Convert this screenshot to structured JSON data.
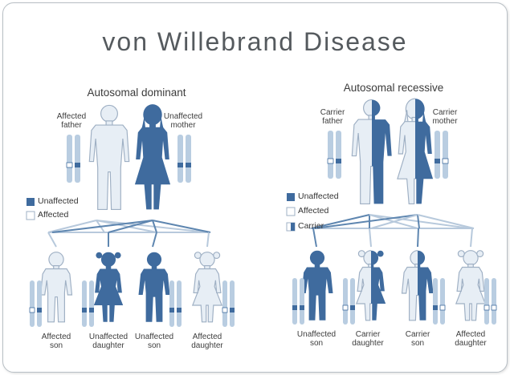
{
  "title": "von Willebrand Disease",
  "colors": {
    "affected": "#3f6b9e",
    "unaffected_fill": "#e7eef5",
    "outline": "#9fb0c4",
    "chrom_light": "#b9cde1",
    "line_dark": "#5e86b0",
    "line_light": "#b7c9dc"
  },
  "dominant": {
    "title": "Autosomal dominant",
    "legend": [
      {
        "label": "Unaffected",
        "swatch": "dark"
      },
      {
        "label": "Affected",
        "swatch": "light"
      }
    ],
    "parents": [
      {
        "label": "Affected\nfather"
      },
      {
        "label": "Unaffected\nmother"
      }
    ],
    "children": [
      {
        "label": "Affected\nson"
      },
      {
        "label": "Unaffected\ndaughter"
      },
      {
        "label": "Unaffected\nson"
      },
      {
        "label": "Affected\ndaughter"
      }
    ]
  },
  "recessive": {
    "title": "Autosomal recessive",
    "legend": [
      {
        "label": "Unaffected",
        "swatch": "dark"
      },
      {
        "label": "Affected",
        "swatch": "light"
      },
      {
        "label": "Carrier",
        "swatch": "half"
      }
    ],
    "parents": [
      {
        "label": "Carrier\nfather"
      },
      {
        "label": "Carrier\nmother"
      }
    ],
    "children": [
      {
        "label": "Unaffected\nson"
      },
      {
        "label": "Carrier\ndaughter"
      },
      {
        "label": "Carrier\nson"
      },
      {
        "label": "Affected\ndaughter"
      }
    ]
  }
}
